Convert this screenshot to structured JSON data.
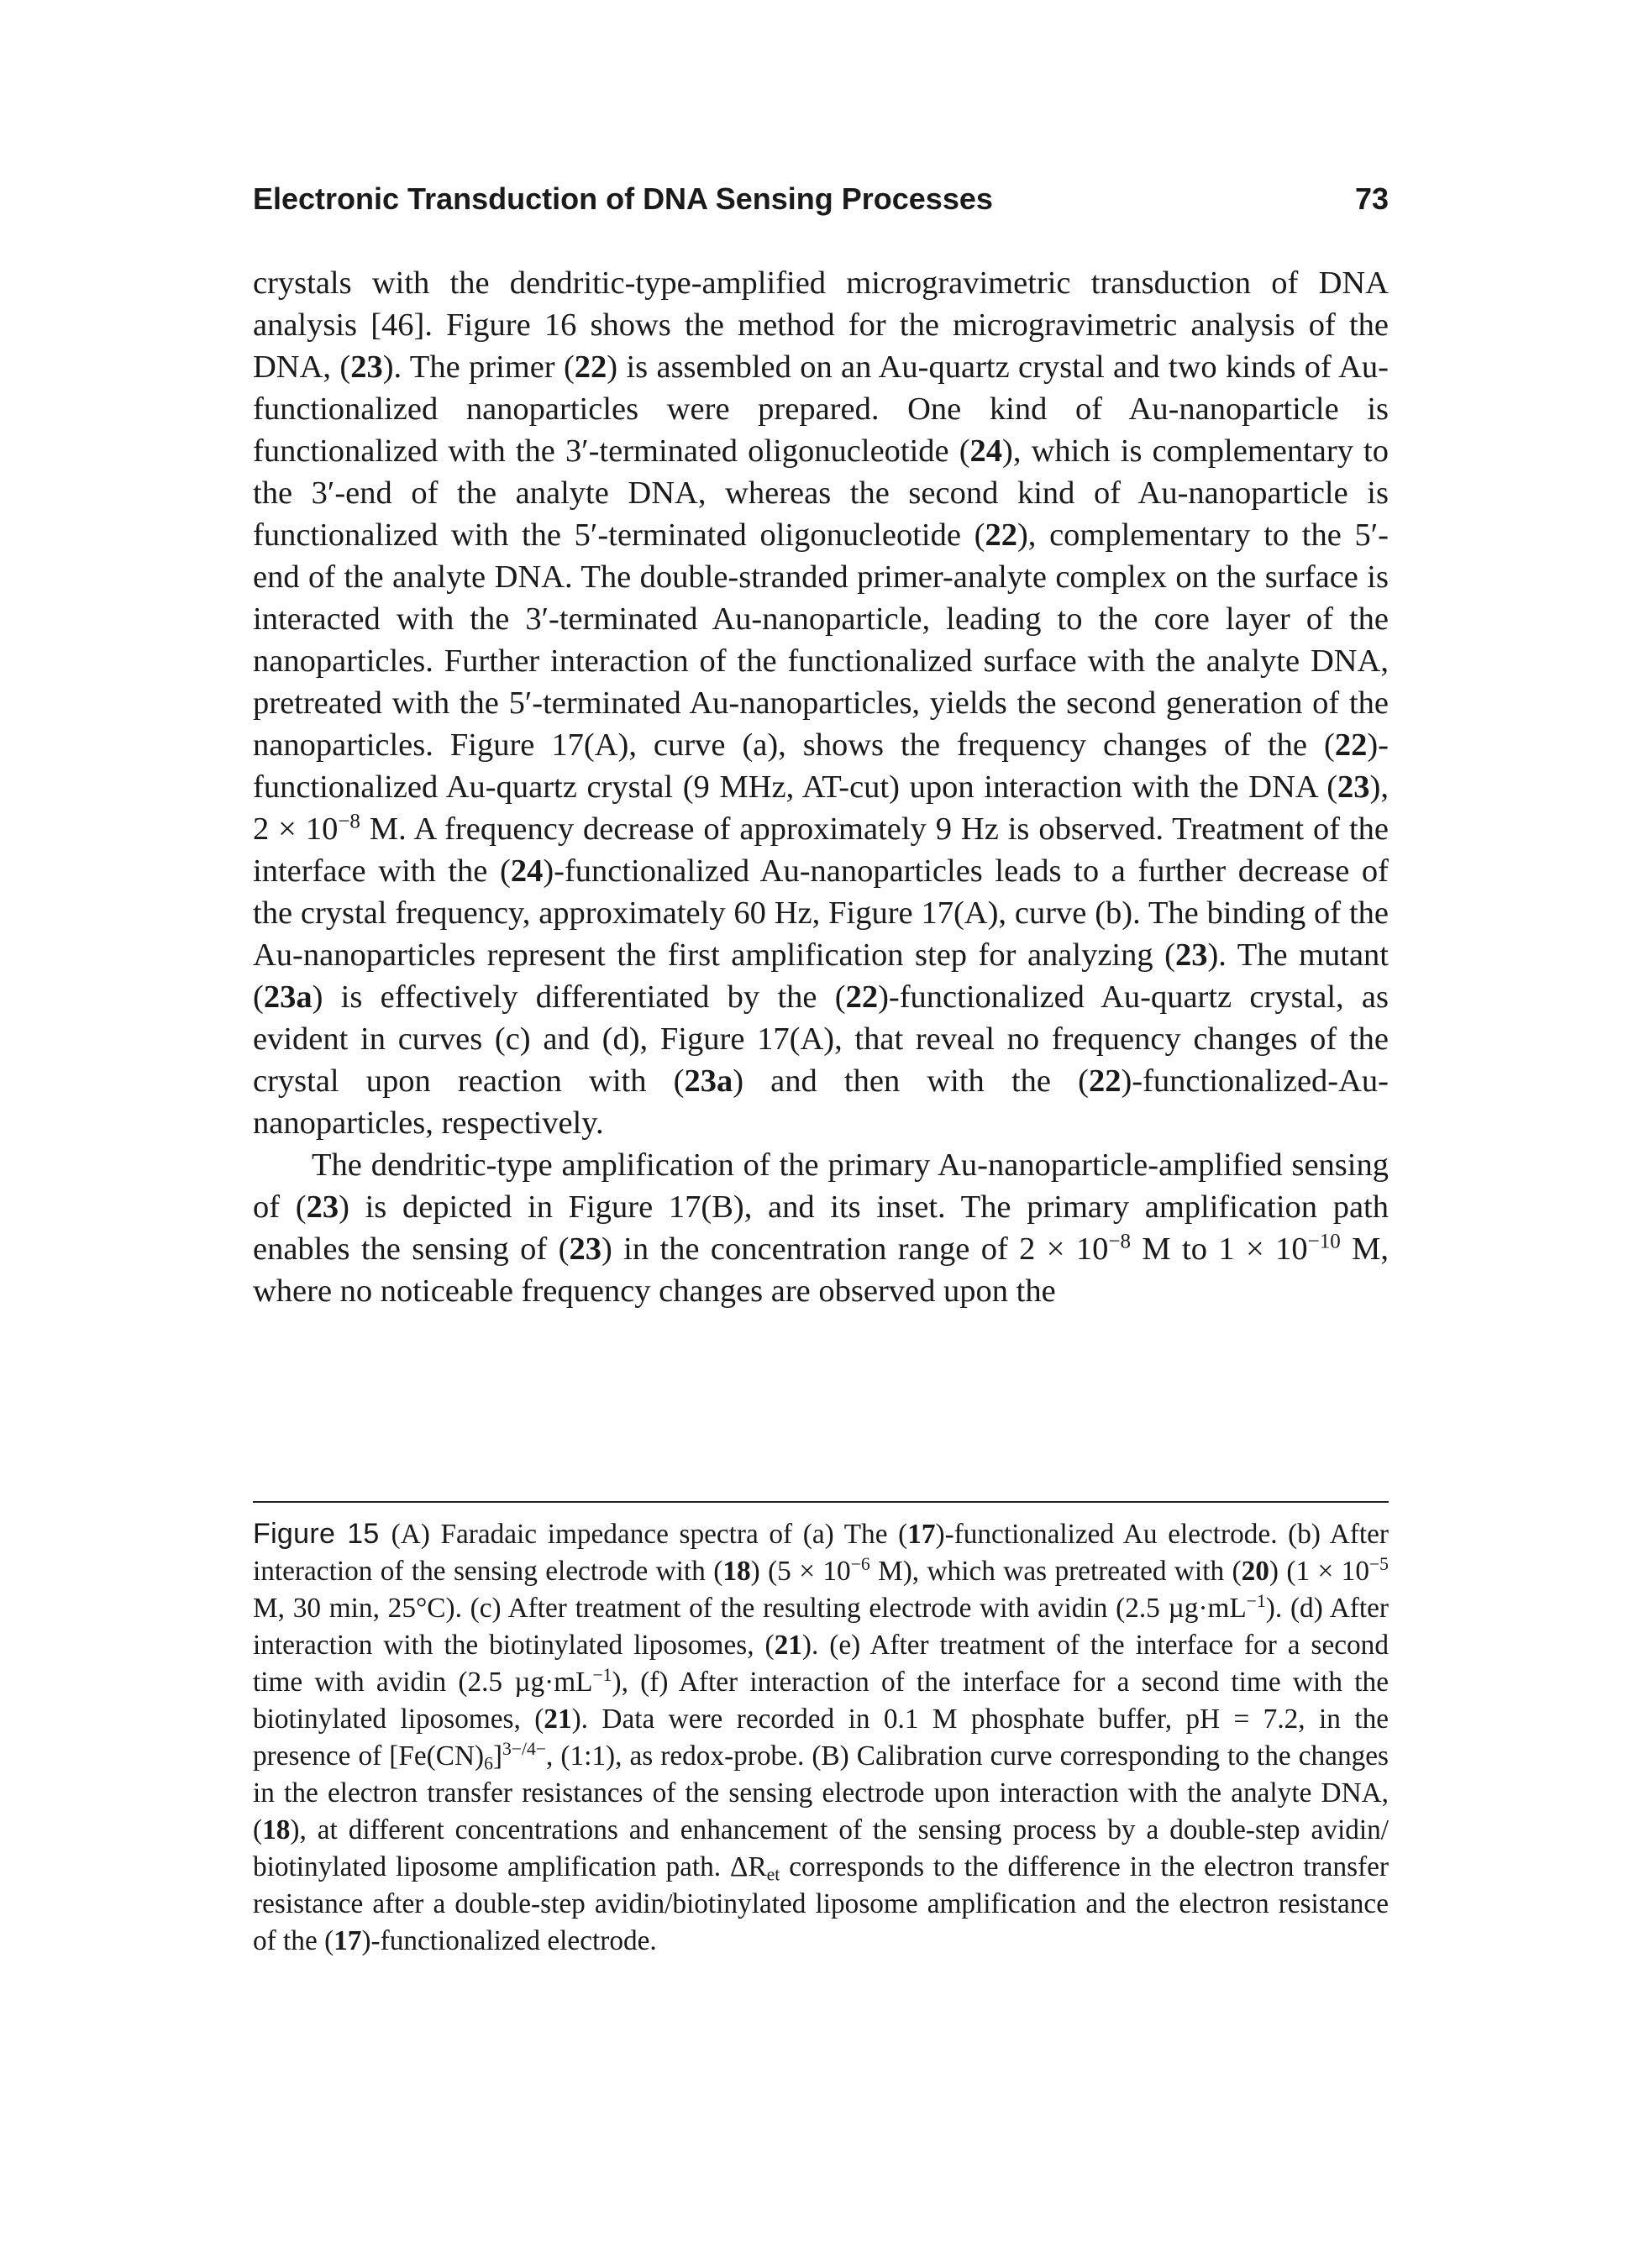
{
  "header": {
    "title": "Electronic Transduction of DNA Sensing Processes",
    "page_number": "73"
  },
  "body": {
    "p1": "crystals with the dendritic-type-amplified microgravimetric transduction of DNA analysis [46]. Figure 16 shows the method for the microgravimetric analysis of the DNA, (<b>23</b>). The primer (<b>22</b>) is assembled on an Au-quartz crystal and two kinds of Au-functionalized nanoparticles were prepared. One kind of Au-nanoparticle is functionalized with the 3′-terminated oligonucleotide (<b>24</b>), which is complementary to the 3′-end of the analyte DNA, whereas the second kind of Au-nanoparticle is functionalized with the 5′-terminated oligonucleotide (<b>22</b>), complementary to the 5′-end of the analyte DNA. The double-stranded primer-analyte complex on the surface is interacted with the 3′-terminated Au-nanoparticle, leading to the core layer of the nanoparticles. Further interaction of the functionalized surface with the analyte DNA, pretreated with the 5′-terminated Au-nanoparticles, yields the second generation of the nanoparticles. Figure 17(A), curve (a), shows the frequency changes of the (<b>22</b>)-functionalized Au-quartz crystal (9 MHz, AT-cut) upon interaction with the DNA (<b>23</b>), 2 × 10<sup>−8</sup> M. A frequency decrease of approximately 9 Hz is observed. Treatment of the interface with the (<b>24</b>)-functionalized Au-nanoparticles leads to a further decrease of the crystal frequency, approximately 60 Hz, Figure 17(A), curve (b). The binding of the Au-nanoparticles represent the first amplification step for analyzing (<b>23</b>). The mutant (<b>23a</b>) is effectively differentiated by the (<b>22</b>)-functionalized Au-quartz crystal, as evident in curves (c) and (d), Figure 17(A), that reveal no frequency changes of the crystal upon reaction with (<b>23a</b>) and then with the (<b>22</b>)-functionalized-Au-nanoparticles, respectively.",
    "p2": "The dendritic-type amplification of the primary Au-nanoparticle-amplified sensing of (<b>23</b>) is depicted in Figure 17(B), and its inset. The primary amplification path enables the sensing of (<b>23</b>) in the concentration range of 2 × 10<sup>−8</sup> M to 1 × 10<sup>−10</sup> M, where no noticeable frequency changes are observed upon the"
  },
  "caption": {
    "label": "Figure 15",
    "text": "(A) Faradaic impedance spectra of (a) The (<b>17</b>)-functionalized Au electrode. (b) After interaction of the sensing electrode with (<b>18</b>) (5 × 10<sup>−6</sup> M), which was pretreated with (<b>20</b>) (1 × 10<sup>−5</sup> M, 30 min, 25°C). (c) After treatment of the resulting electrode with avidin (2.5 µg·mL<sup>−1</sup>). (d) After interaction with the biotinylated liposomes, (<b>21</b>). (e) After treatment of the interface for a second time with avidin (2.5 µg·mL<sup>−1</sup>), (f) After interaction of the interface for a second time with the biotinylated liposomes, (<b>21</b>). Data were recorded in 0.1 M phosphate buffer, pH = 7.2, in the presence of [Fe(CN)<sub>6</sub>]<sup>3−/4−</sup>, (1:1), as redox-probe. (B) Calibration curve corresponding to the changes in the electron transfer resistances of the sensing electrode upon interaction with the analyte DNA, (<b>18</b>), at different concentrations and enhancement of the sensing process by a double-step avidin/ biotinylated liposome amplification path. ΔR<sub>et</sub> corresponds to the difference in the electron transfer resistance after a double-step avidin/biotinylated liposome amplification and the electron resistance of the (<b>17</b>)-functionalized electrode."
  }
}
